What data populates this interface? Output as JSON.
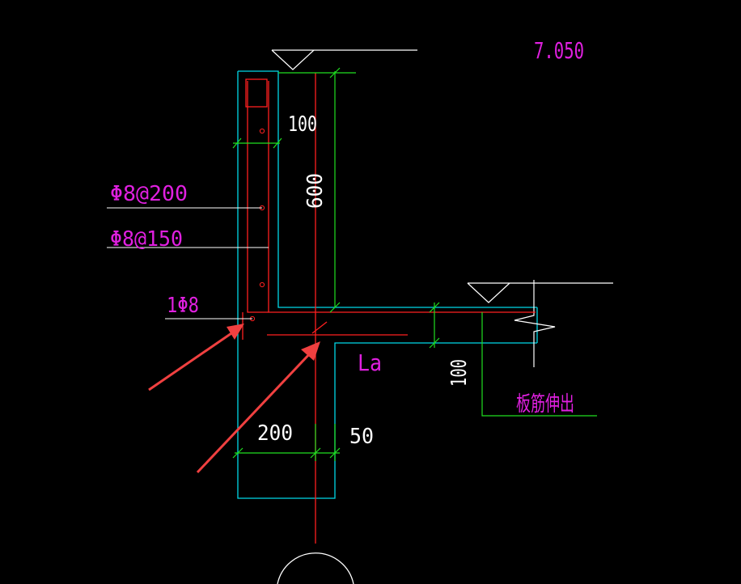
{
  "labels": {
    "elevation": "7.050",
    "dim_100_top": "100",
    "dim_600": "600",
    "rebar_200": "Φ8@200",
    "rebar_150": "Φ8@150",
    "rebar_1phi8": "1Φ8",
    "la": "La",
    "dim_100_right": "100",
    "slab_extend": "板筋伸出",
    "dim_200": "200",
    "dim_50": "50"
  },
  "colors": {
    "background": "#000000",
    "outline": "#00d8e8",
    "rebar": "#ff2020",
    "dimension": "#20e020",
    "text_dim": "#ffffff",
    "text_label": "#e020e0",
    "arrow": "#f04040",
    "line_white": "#ffffff"
  }
}
